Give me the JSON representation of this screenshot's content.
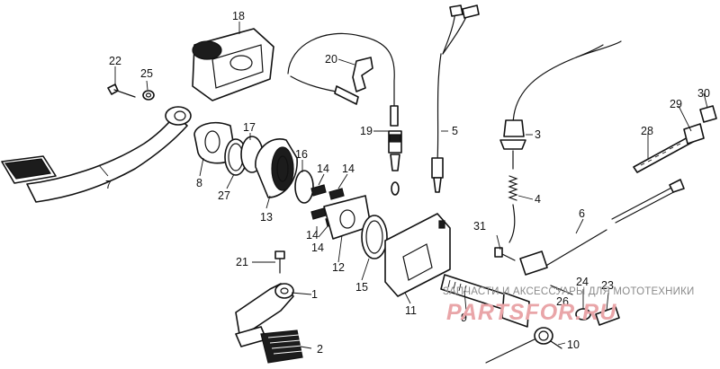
{
  "callouts": {
    "c1": "1",
    "c2": "2",
    "c3": "3",
    "c4": "4",
    "c5": "5",
    "c6": "6",
    "c7": "7",
    "c8": "8",
    "c9": "9",
    "c10": "10",
    "c11": "11",
    "c12": "12",
    "c13": "13",
    "c14a": "14",
    "c14b": "14",
    "c14c": "14",
    "c14d": "14",
    "c15": "15",
    "c16": "16",
    "c17": "17",
    "c18": "18",
    "c19": "19",
    "c20": "20",
    "c21": "21",
    "c22": "22",
    "c23": "23",
    "c24": "24",
    "c25": "25",
    "c26": "26",
    "c27": "27",
    "c28": "28",
    "c29": "29",
    "c30": "30",
    "c31": "31"
  },
  "watermark": {
    "caption": "ЗАПЧАСТИ И АКСЕССУАРЫ ДЛЯ МОТОТЕХНИКИ",
    "logo": "PARTSFOR.RU"
  }
}
